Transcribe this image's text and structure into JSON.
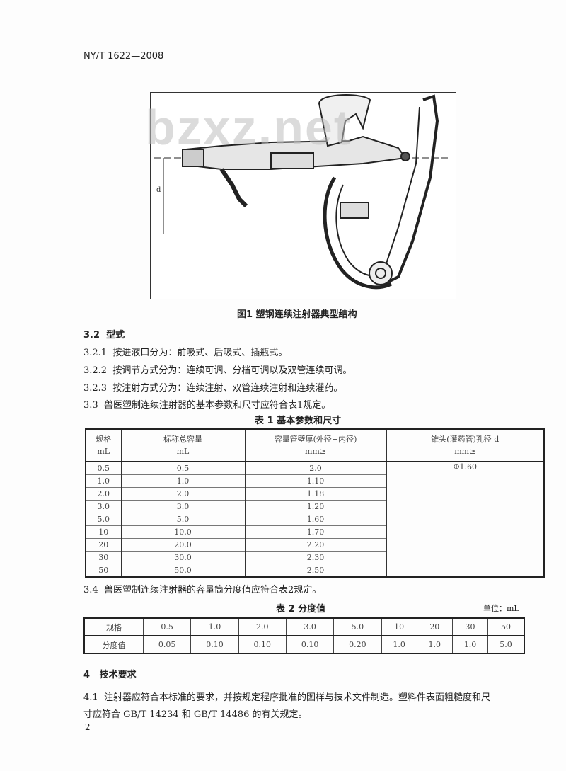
{
  "header": {
    "doc_code": "NY/T 1622—2008"
  },
  "watermark": "bzxz.net",
  "figure": {
    "label_d": "d",
    "caption": "图1  塑钢连续注射器典型结构"
  },
  "sections": [
    {
      "num": "3.2",
      "text": "型式"
    },
    {
      "num": "3.2.1",
      "text": "按进液口分为：前吸式、后吸式、插瓶式。"
    },
    {
      "num": "3.2.2",
      "text": "按调节方式分为：连续可调、分档可调以及双管连续可调。"
    },
    {
      "num": "3.2.3",
      "text": "按注射方式分为：连续注射、双管连续注射和连续灌药。"
    },
    {
      "num": "3.3",
      "text": "兽医塑制连续注射器的基本参数和尺寸应符合表1规定。"
    }
  ],
  "table1": {
    "title": "表 1  基本参数和尺寸",
    "headers": [
      {
        "l1": "规格",
        "l2": "mL"
      },
      {
        "l1": "标称总容量",
        "l2": "mL"
      },
      {
        "l1": "容量管壁厚(外径−内径)",
        "l2": "mm≥"
      },
      {
        "l1": "锥头(灌药管)孔径 d",
        "l2": "mm≥"
      }
    ],
    "rows": [
      [
        "0.5",
        "0.5",
        "2.0"
      ],
      [
        "1.0",
        "1.0",
        "1.10"
      ],
      [
        "2.0",
        "2.0",
        "1.18"
      ],
      [
        "3.0",
        "3.0",
        "1.20"
      ],
      [
        "5.0",
        "5.0",
        "1.60"
      ],
      [
        "10",
        "10.0",
        "1.70"
      ],
      [
        "20",
        "20.0",
        "2.20"
      ],
      [
        "30",
        "30.0",
        "2.30"
      ],
      [
        "50",
        "50.0",
        "2.50"
      ]
    ],
    "merged_value": "Φ1.60"
  },
  "sec34": {
    "num": "3.4",
    "text": "兽医塑制连续注射器的容量筒分度值应符合表2规定。"
  },
  "table2": {
    "title": "表 2  分度值",
    "unit": "单位：mL",
    "row1": [
      "规格",
      "0.5",
      "1.0",
      "2.0",
      "3.0",
      "5.0",
      "10",
      "20",
      "30",
      "50"
    ],
    "row2": [
      "分度值",
      "0.05",
      "0.10",
      "0.10",
      "0.10",
      "0.20",
      "1.0",
      "1.0",
      "1.0",
      "5.0"
    ]
  },
  "sec4": {
    "num": "4",
    "text": "技术要求"
  },
  "sec41": {
    "num": "4.1",
    "line1": "注射器应符合本标准的要求，并按规定程序批准的图样与技术文件制造。塑料件表面粗糙度和尺",
    "line2": "寸应符合 GB/T 14234 和 GB/T 14486 的有关规定。"
  },
  "page_number": "2"
}
